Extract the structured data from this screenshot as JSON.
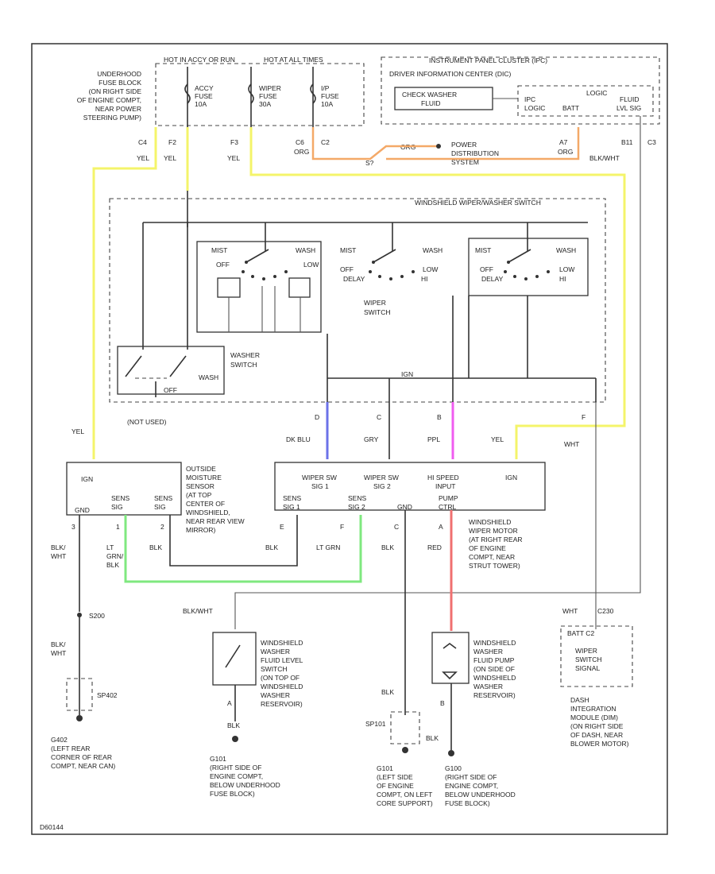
{
  "labels": {
    "uh_fuse_block": [
      "UNDERHOOD",
      "FUSE BLOCK",
      "(ON RIGHT SIDE",
      "OF ENGINE COMPT,",
      "NEAR POWER",
      "STEERING PUMP)"
    ],
    "hot_run_start": "HOT IN ACCY OR RUN",
    "hot_all_times": "HOT AT ALL TIMES",
    "accy_fuse": [
      "ACCY",
      "FUSE",
      "10A"
    ],
    "wiper_fuse": [
      "WIPER",
      "FUSE",
      "30A"
    ],
    "ip_fuse": [
      "I/P",
      "FUSE",
      "10A"
    ],
    "ipc_title": "INSTRUMENT PANEL CLUSTER (IPC)",
    "dic_label": "DRIVER INFORMATION CENTER (DIC)",
    "check_washer": [
      "CHECK WASHER",
      "FLUID"
    ],
    "ipc_logic": "LOGIC",
    "ipc_batt": "BATT",
    "ipc_ipc": "IPC",
    "ipc_fluid": [
      "FLUID",
      "LVL SIG"
    ],
    "ipc_logic_lbl": "LOGIC",
    "pin_c4": "C4",
    "pin_f2": "F2",
    "pin_f3": "F3",
    "pin_c6": "C6",
    "pin_c2": "C2",
    "pin_a7": "A7",
    "pin_b11": "B11",
    "pin_c3": "C3",
    "yel_1": "YEL",
    "yel_2": "YEL",
    "yel_3": "YEL",
    "org_1": "ORG",
    "org_2": "ORG",
    "org_3": "ORG",
    "s_top": "S?",
    "power_dist": [
      "POWER",
      "DISTRIBUTION",
      "SYSTEM"
    ],
    "blk_wht_top": "BLK/WHT",
    "ww_switch_title": "WINDSHIELD WIPER/WASHER SWITCH",
    "wiper_switch": [
      "WIPER",
      "SWITCH"
    ],
    "washer_switch": [
      "WASHER",
      "SWITCH"
    ],
    "wash_on": "WASH",
    "wash_off": "OFF",
    "mist": "MIST",
    "wash": "WASH",
    "off": "OFF",
    "hi": "HI",
    "delay": "DELAY",
    "low": "LOW",
    "not_used": "(NOT USED)",
    "pin_d": "D",
    "pin_c": "C",
    "pin_b": "B",
    "pin_f": "F",
    "dk_blu": "DK BLU",
    "gry": "GRY",
    "ppl": "PPL",
    "yel_4": "YEL",
    "yel_5": "YEL",
    "wht_1": "WHT",
    "ign": "IGN",
    "moisture_sensor": [
      "OUTSIDE",
      "MOISTURE",
      "SENSOR",
      "(AT TOP",
      "CENTER OF",
      "WINDSHIELD,",
      "NEAR REAR VIEW",
      "MIRROR)"
    ],
    "ms_gnd": "GND",
    "ms_sens_sig": [
      "SENS",
      "SIG"
    ],
    "ms_sens_sig2": [
      "SENS",
      "SIG"
    ],
    "wiper_sw_sig1": [
      "WIPER SW",
      "SIG 1"
    ],
    "wiper_sw_sig2": [
      "WIPER SW",
      "SIG 2"
    ],
    "hi_speed": [
      "HI SPEED",
      "INPUT"
    ],
    "ign2": "IGN",
    "sens_sig3": [
      "SENS",
      "SIG 1"
    ],
    "sens_sig4": [
      "SENS",
      "SIG 2"
    ],
    "gnd2": "GND",
    "pump_ctrl": [
      "PUMP",
      "CTRL"
    ],
    "wiper_motor": [
      "WINDSHIELD",
      "WIPER MOTOR",
      "(AT RIGHT REAR",
      "OF ENGINE",
      "COMPT, NEAR",
      "STRUT TOWER)"
    ],
    "pin_3": "3",
    "pin_1": "1",
    "pin_2": "2",
    "pin_e": "E",
    "pin_f2b": "F",
    "pin_c2b": "C",
    "pin_a": "A",
    "blk_wht_a": [
      "BLK/",
      "WHT"
    ],
    "lt_grn": [
      "LT",
      "GRN/",
      "BLK"
    ],
    "blk_1": "BLK",
    "blk_2": "BLK",
    "lt_grn2": "LT GRN",
    "blk_3": "BLK",
    "red": "RED",
    "blk_wht_mid": "BLK/WHT",
    "s200": "S200",
    "blk_wht_b": [
      "BLK/",
      "WHT"
    ],
    "sp402": "SP402",
    "g402": [
      "G402",
      "(LEFT REAR",
      "CORNER OF REAR",
      "COMPT, NEAR CAN)"
    ],
    "fluid_level_switch": [
      "WINDSHIELD",
      "WASHER",
      "FLUID LEVEL",
      "SWITCH",
      "(ON TOP OF",
      "WINDSHIELD",
      "WASHER",
      "RESERVOIR)"
    ],
    "pin_a2": "A",
    "blk_4": "BLK",
    "g101": [
      "G101",
      "(RIGHT SIDE OF",
      "ENGINE COMPT,",
      "BELOW UNDERHOOD",
      "FUSE BLOCK)"
    ],
    "blk_5": "BLK",
    "sp101": "SP101",
    "blk_6": "BLK",
    "g101b": [
      "G101",
      "(LEFT SIDE",
      "OF ENGINE",
      "COMPT, ON LEFT",
      "CORE SUPPORT)"
    ],
    "fluid_pump": [
      "WINDSHIELD",
      "WASHER",
      "FLUID PUMP",
      "(ON SIDE OF",
      "WINDSHIELD",
      "WASHER",
      "RESERVOIR)"
    ],
    "pin_b2": "B",
    "g100": [
      "G100",
      "(RIGHT SIDE OF",
      "ENGINE COMPT,",
      "BELOW UNDERHOOD",
      "FUSE BLOCK)"
    ],
    "wht_2": "WHT",
    "c230": "C230",
    "batt_c2": "BATT C2",
    "wiper_switch_sig": [
      "WIPER",
      "SWITCH",
      "SIGNAL"
    ],
    "dim": [
      "DASH",
      "INTEGRATION",
      "MODULE (DIM)",
      "(ON RIGHT SIDE",
      "OF DASH, NEAR",
      "BLOWER MOTOR)"
    ],
    "code": "D60144"
  },
  "wire_colors": {
    "yellow": "#f4f46a",
    "orange": "#f4a968",
    "blue": "#6b72e8",
    "purple": "#f05cf0",
    "green": "#7fe87f",
    "red": "#f07070",
    "black": "#333333"
  }
}
